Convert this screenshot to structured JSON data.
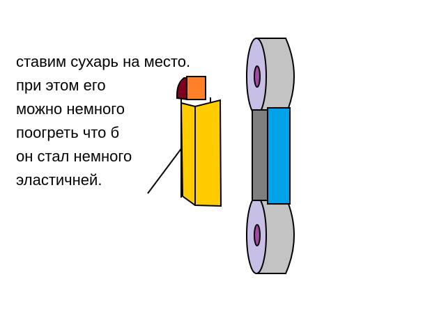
{
  "caption": {
    "lines": [
      "ставим сухарь на место.",
      "при этом его",
      "можно немного",
      "поогреть что б",
      "он стал немного",
      "эластичней."
    ]
  },
  "colors": {
    "background": "#ffffff",
    "text": "#000000",
    "insert_body": "#ffcc00",
    "insert_cap_orange": "#ff8028",
    "insert_cap_dark": "#800020",
    "roller_body": "#c3c3c3",
    "roller_face": "#c8bfe7",
    "roller_hub": "#a349a4",
    "blue_block": "#00a2e8",
    "dark_gray_block": "#7f7f7f",
    "outline": "#000000"
  }
}
